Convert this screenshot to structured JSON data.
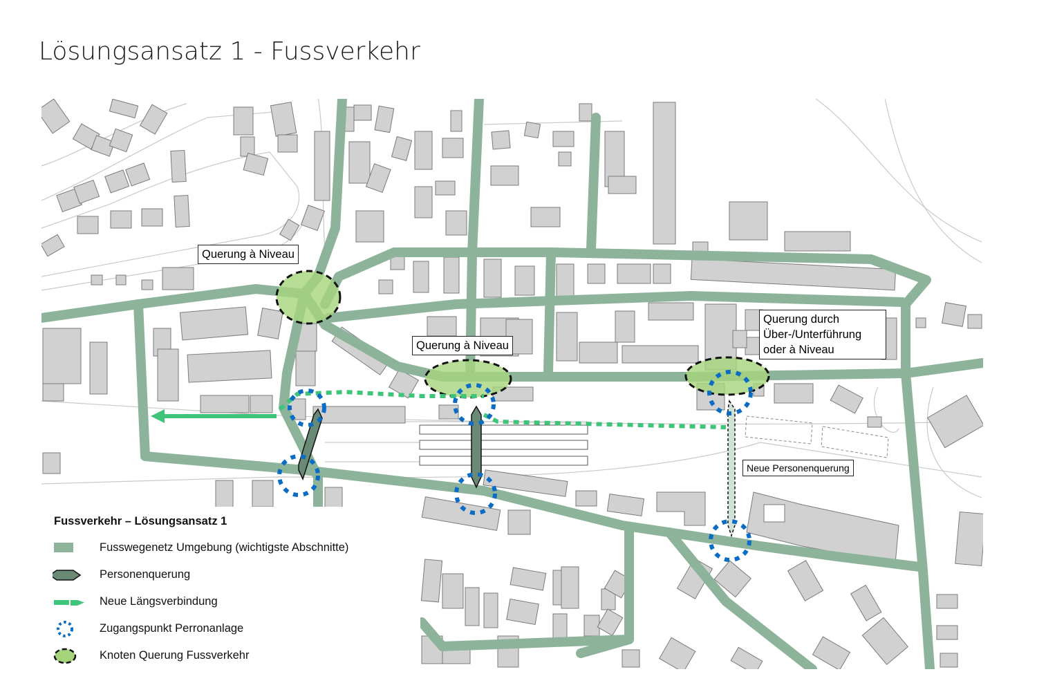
{
  "title": "Lösungsansatz 1 - Fussverkehr",
  "colors": {
    "footpath": "#8db49b",
    "building_fill": "#d1d1d1",
    "building_stroke": "#7a7a7a",
    "crossing_fill": "#6a8a76",
    "new_link": "#3fc47a",
    "access_point": "#0a6cc4",
    "node_fill": "#a6d47c",
    "node_stroke": "#111111"
  },
  "callouts": [
    {
      "id": "querung-niveau-west",
      "text": "Querung à Niveau"
    },
    {
      "id": "querung-niveau-center",
      "text": "Querung à Niveau"
    },
    {
      "id": "querung-ueber-unter",
      "text": "Querung durch\nÜber-/Unterführung\noder à Niveau"
    },
    {
      "id": "neue-personenquerung",
      "text": "Neue Personenquerung"
    }
  ],
  "legend": {
    "title": "Fussverkehr – Lösungsansatz 1",
    "items": [
      {
        "symbol": "footpath-swatch",
        "label": "Fusswegenetz Umgebung (wichtigste Abschnitte)"
      },
      {
        "symbol": "crossing-hexagon",
        "label": "Personenquerung"
      },
      {
        "symbol": "new-link-arrow",
        "label": "Neue Längsverbindung"
      },
      {
        "symbol": "access-point-dotted-circle",
        "label": "Zugangspunkt Perronanlage"
      },
      {
        "symbol": "node-dashed-ellipse",
        "label": "Knoten Querung Fussverkehr"
      }
    ]
  }
}
